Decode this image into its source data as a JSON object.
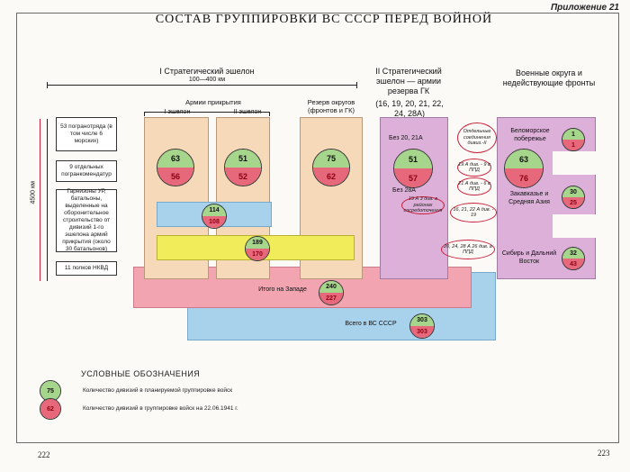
{
  "page": {
    "appendix": "Приложение 21",
    "title": "СОСТАВ ГРУППИРОВКИ ВС СССР ПЕРЕД ВОЙНОЙ",
    "page_left": "222",
    "page_right": "223"
  },
  "headers": {
    "echelon1": "I Стратегический эшелон",
    "echelon1_range": "100—400 км",
    "echelon2": "II Стратегический эшелон — армии резерва ГК",
    "echelon2_armies": "(16, 19, 20, 21, 22, 24, 28А)",
    "districts": "Военные округа и недействующие фронты",
    "cover_armies": "Армии прикрытия",
    "cover_ech1": "I эшелон",
    "cover_ech2": "II эшелон",
    "reserve": "Резерв округов (фронтов и ГК)",
    "depth": "4500 км"
  },
  "left_boxes": [
    "53 погранотряда (в том числе 6 морских)",
    "9 отдельных погранкомендатур",
    "Гарнизоны УР, батальоны, выделенные на оборонительное строительство от дивизий 1-го эшелона армий прикрытия (около 30 батальонов)",
    "11 полков НКВД"
  ],
  "circles": {
    "c1": {
      "top": "63",
      "bottom": "56"
    },
    "c2": {
      "top": "51",
      "bottom": "52"
    },
    "c3": {
      "top": "75",
      "bottom": "62"
    },
    "c4": {
      "top": "51",
      "bottom": "57"
    },
    "c5": {
      "top": "63",
      "bottom": "76"
    },
    "bar1": {
      "top": "114",
      "bottom": "108"
    },
    "bar2": {
      "top": "189",
      "bottom": "170"
    },
    "west": {
      "top": "240",
      "bottom": "227"
    },
    "total": {
      "top": "303",
      "bottom": "303"
    },
    "d1": {
      "top": "1",
      "bottom": "1"
    },
    "d2": {
      "top": "30",
      "bottom": "25"
    },
    "d3": {
      "top": "32",
      "bottom": "43"
    },
    "legend_green": {
      "top": "75"
    },
    "legend_red": {
      "bottom": "62"
    }
  },
  "labels": {
    "west": "Итого на Западе",
    "total": "Всего в ВС СССР",
    "without_20_21": "Без 20, 21А",
    "without_28": "Без 28А",
    "district1": "Беломорское побережье",
    "district2": "Закавказье и Средняя Азия",
    "district3": "Сибирь и Дальний Восток"
  },
  "ovals": {
    "o1": "Отдельные соединения дивиз.-II",
    "o2": "19 А див. - 9 в ППД",
    "o3": "21 А див. - 6 в ППД",
    "o4": "19 А 3 див. в районах сосредоточения",
    "o5": "16, 21, 22 А див. - 19",
    "o6": "20, 24, 28 А 26 див. в ППД"
  },
  "legend": {
    "title": "УСЛОВНЫЕ ОБОЗНАЧЕНИЯ",
    "green_text": "Количество дивизий в планируемой группировке войск",
    "red_text": "Количество дивизий в группировке войск на 22.06.1941 г."
  },
  "colors": {
    "peach": "#f6d9b8",
    "blue": "#a8d2ec",
    "yellow": "#f1ec5a",
    "pink": "#f2a4b0",
    "lilac": "#dcb0d8",
    "green": "#a6d58c",
    "red": "#e8687b"
  }
}
